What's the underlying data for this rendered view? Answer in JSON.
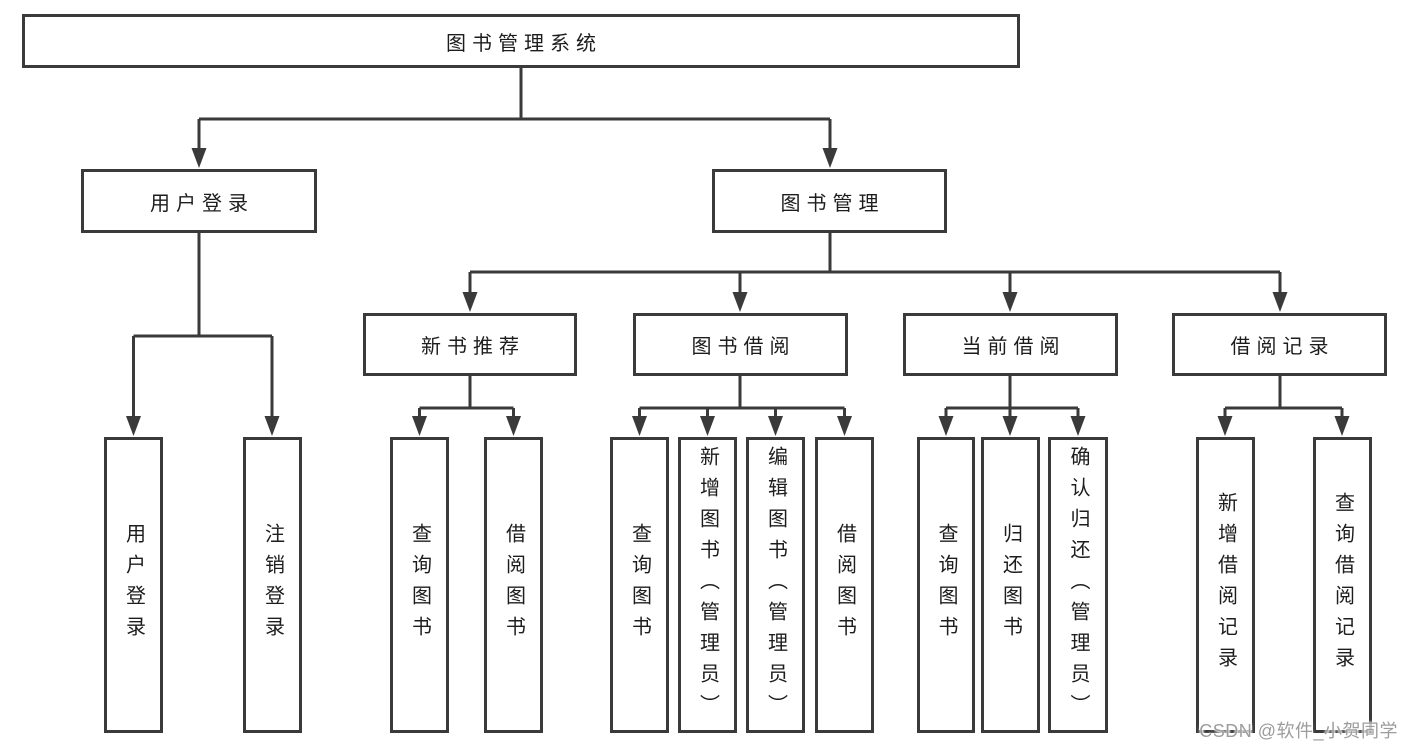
{
  "diagram": {
    "root": {
      "label": "图书管理系统"
    },
    "branches": [
      {
        "label": "用户登录",
        "children": [
          {
            "label": "用户登录"
          },
          {
            "label": "注销登录"
          }
        ]
      },
      {
        "label": "图书管理",
        "children": [
          {
            "label": "新书推荐",
            "children": [
              {
                "label": "查询图书"
              },
              {
                "label": "借阅图书"
              }
            ]
          },
          {
            "label": "图书借阅",
            "children": [
              {
                "label": "查询图书"
              },
              {
                "label": "新增图书（管理员）"
              },
              {
                "label": "编辑图书（管理员）"
              },
              {
                "label": "借阅图书"
              }
            ]
          },
          {
            "label": "当前借阅",
            "children": [
              {
                "label": "查询图书"
              },
              {
                "label": "归还图书"
              },
              {
                "label": "确认归还（管理员）"
              }
            ]
          },
          {
            "label": "借阅记录",
            "children": [
              {
                "label": "新增借阅记录"
              },
              {
                "label": "查询借阅记录"
              }
            ]
          }
        ]
      }
    ]
  },
  "watermark": {
    "text": "CSDN @软件_小贺同学"
  },
  "colors": {
    "background": "#ffffff",
    "line": "#3a3a3a",
    "box_border": "#3a3a3a",
    "text": "#1d1d1d",
    "watermark": "#9c9c9c"
  }
}
